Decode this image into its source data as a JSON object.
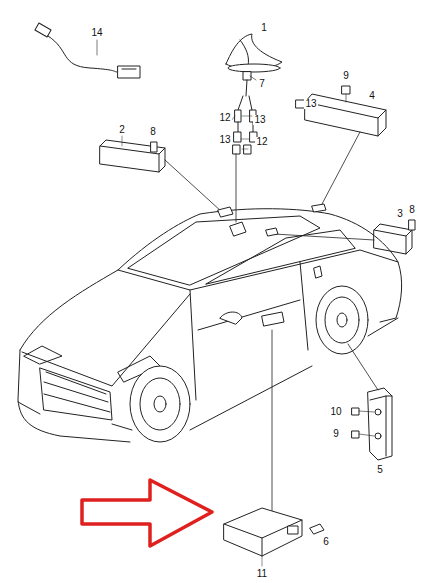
{
  "diagram": {
    "labels": [
      "14",
      "1",
      "7",
      "9",
      "13",
      "4",
      "12",
      "13",
      "2",
      "8",
      "13",
      "12",
      "3",
      "8",
      "10",
      "9",
      "5",
      "11",
      "6"
    ]
  }
}
